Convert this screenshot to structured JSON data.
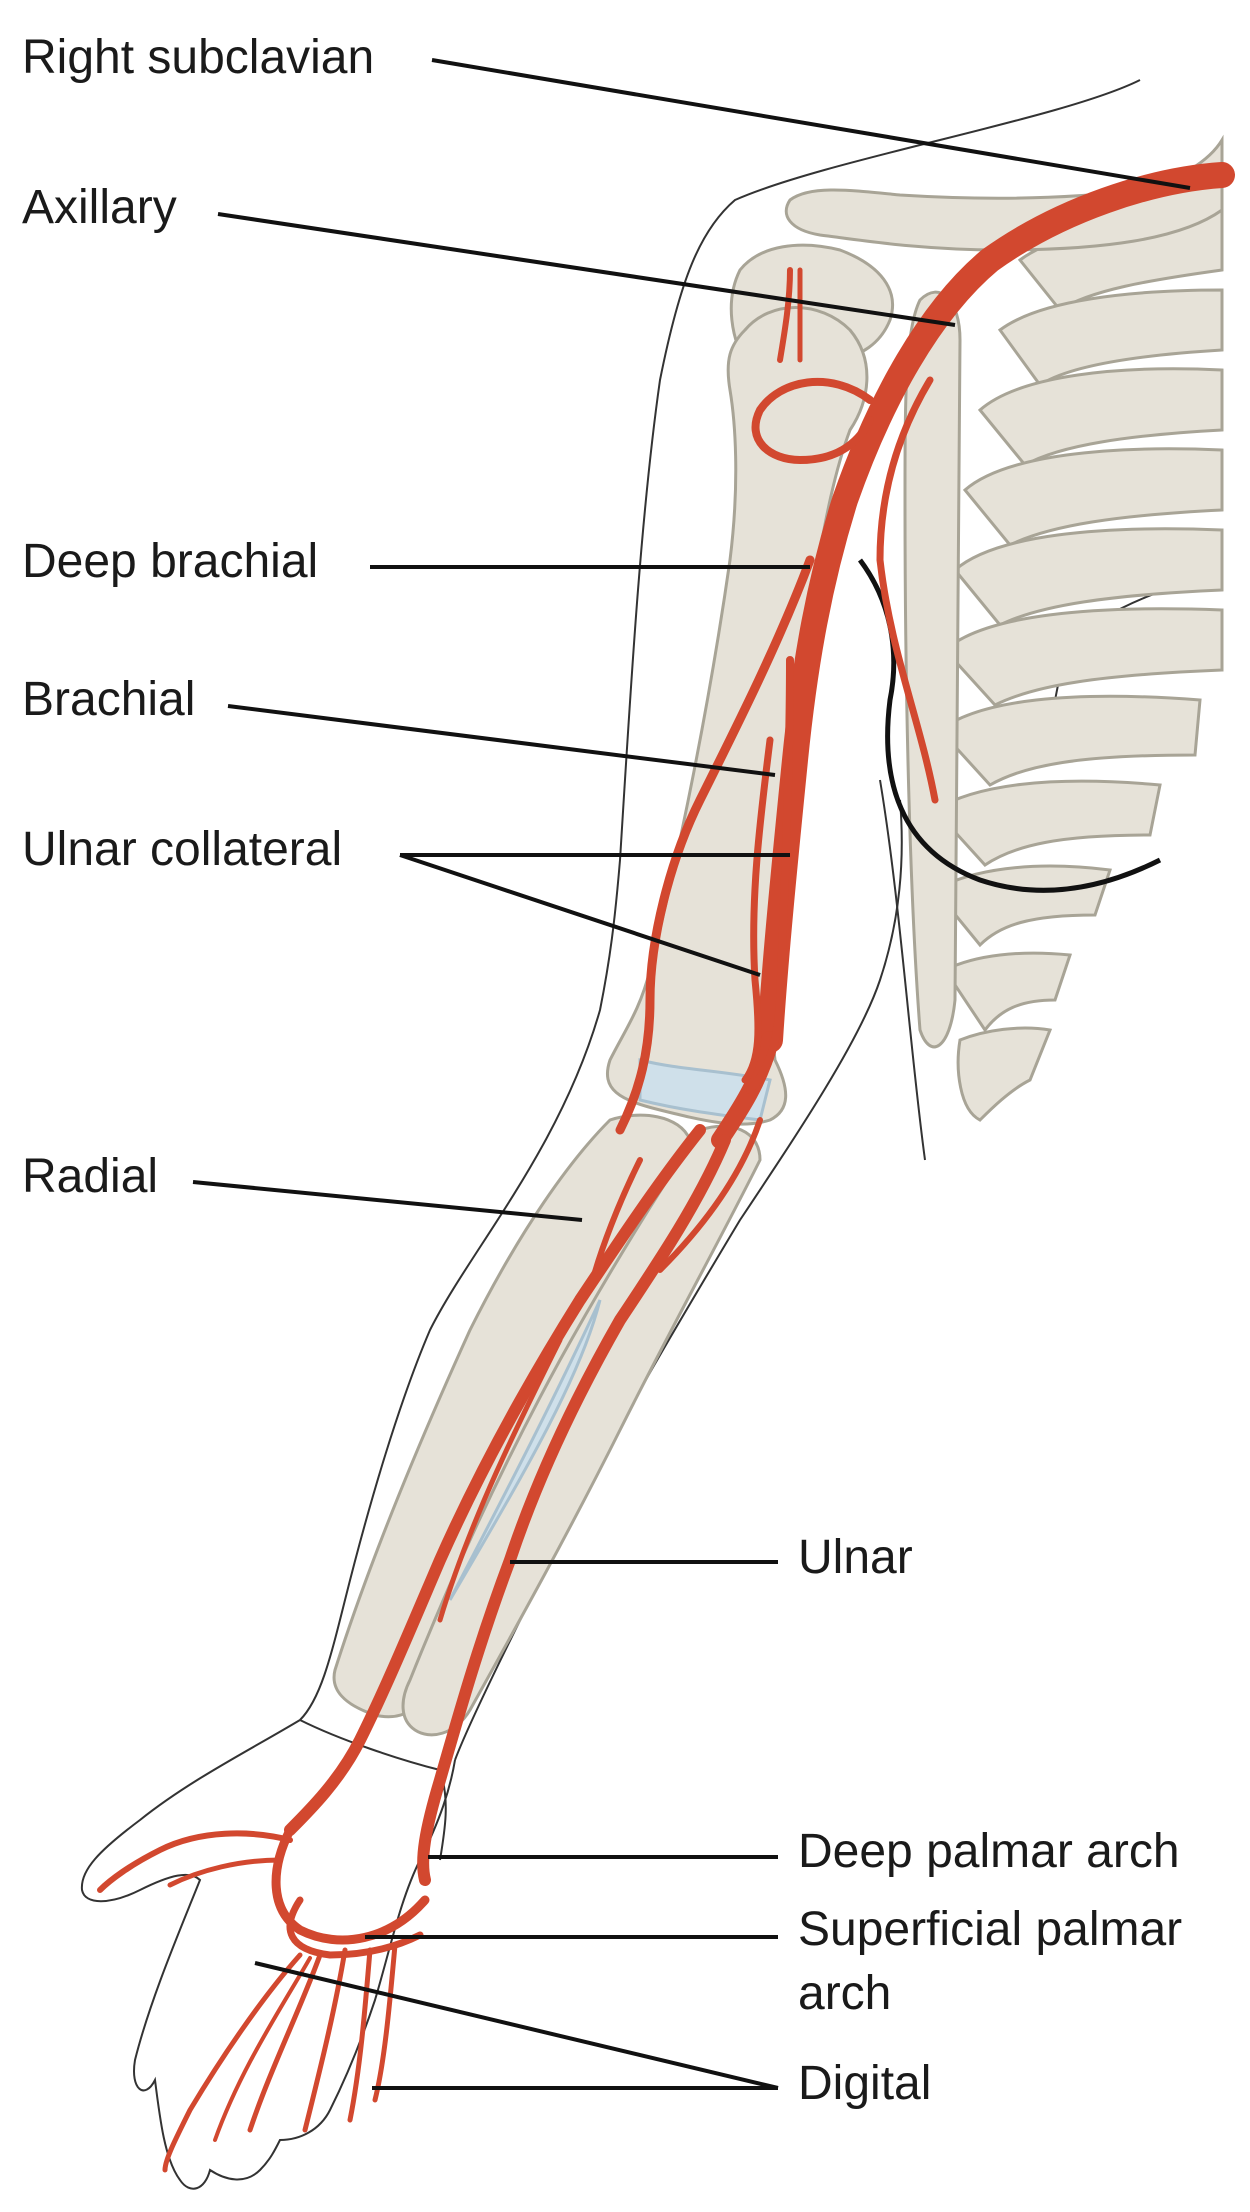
{
  "diagram": {
    "labels": {
      "right_subclavian": "Right subclavian",
      "axillary": "Axillary",
      "deep_brachial": "Deep brachial",
      "brachial": "Brachial",
      "ulnar_collateral": "Ulnar collateral",
      "radial": "Radial",
      "ulnar": "Ulnar",
      "deep_palmar_arch": "Deep palmar arch",
      "superficial_palmar_arch": "Superficial palmar arch",
      "digital": "Digital"
    },
    "colors": {
      "artery": "#d2482f",
      "artery_dark": "#b53a24",
      "bone": "#e6e2d8",
      "bone_edge": "#a8a496",
      "outline": "#222222",
      "leader": "#111111",
      "cartilage": "#cfe0ea"
    }
  }
}
